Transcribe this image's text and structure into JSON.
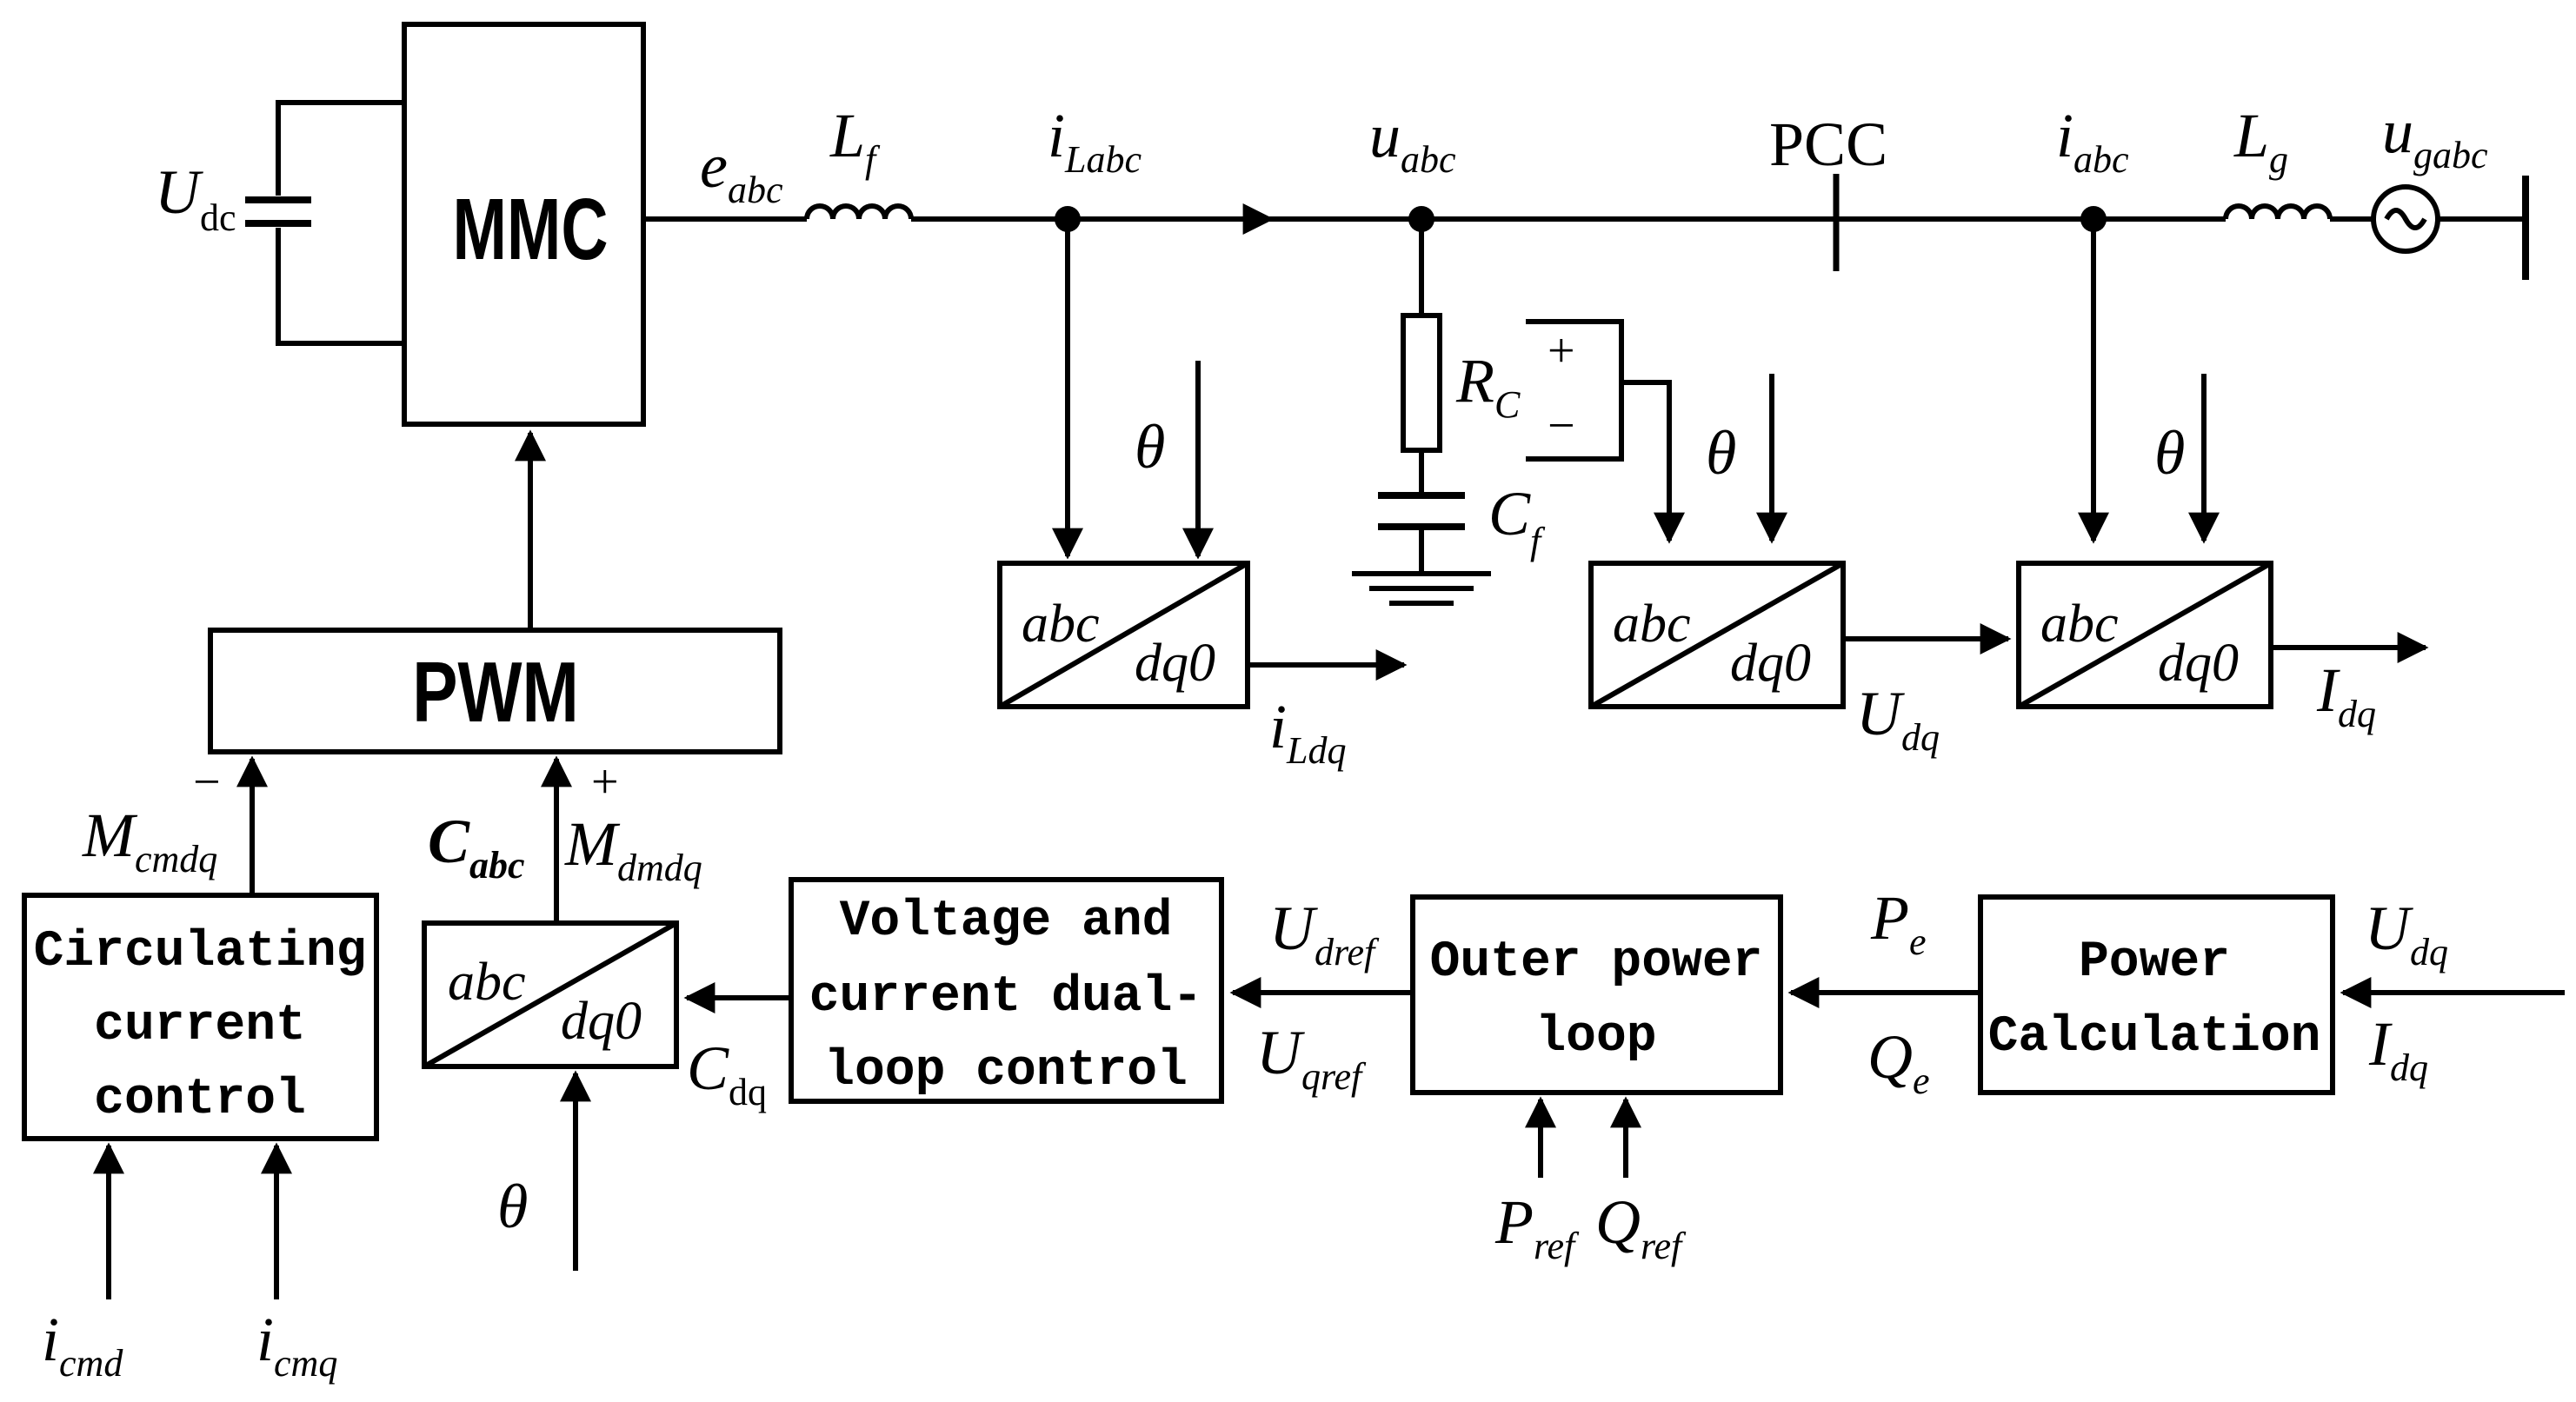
{
  "blocks": {
    "mmc": "MMC",
    "pwm": "PWM",
    "circ": [
      "Circulating",
      "current",
      "control"
    ],
    "vc": [
      "Voltage and",
      "current dual-",
      "loop control"
    ],
    "opl": [
      "Outer power",
      "loop"
    ],
    "pc": [
      "Power",
      "Calculation"
    ],
    "abc": "abc",
    "dq0": "dq0"
  },
  "labels": {
    "udc_main": "U",
    "udc_sub": "dc",
    "eabc_main": "e",
    "eabc_sub": "abc",
    "lf_main": "L",
    "lf_sub": "f",
    "ilabc_main": "i",
    "ilabc_sub": "Labc",
    "uabc_main": "u",
    "uabc_sub": "abc",
    "pcc": "PCC",
    "iabc_main": "i",
    "iabc_sub": "abc",
    "lg_main": "L",
    "lg_sub": "g",
    "ugabc_main": "u",
    "ugabc_sub": "gabc",
    "rc_main": "R",
    "rc_sub": "C",
    "cf_main": "C",
    "cf_sub": "f",
    "plus": "+",
    "minus": "−",
    "theta": "θ",
    "ildq_main": "i",
    "ildq_sub": "Ldq",
    "udq_main": "U",
    "udq_sub": "dq",
    "idq_main": "I",
    "idq_sub": "dq",
    "mcmdq_main": "M",
    "mcmdq_sub": "cmdq",
    "mdmdq_main": "M",
    "mdmdq_sub": "dmdq",
    "cabc_main": "C",
    "cabc_sub": "abc",
    "cdq_main": "C",
    "cdq_sub": "dq",
    "udref_main": "U",
    "udref_sub": "dref",
    "uqref_main": "U",
    "uqref_sub": "qref",
    "pe_main": "P",
    "pe_sub": "e",
    "qe_main": "Q",
    "qe_sub": "e",
    "pref_main": "P",
    "pref_sub": "ref",
    "qref_main": "Q",
    "qref_sub": "ref",
    "icmd_main": "i",
    "icmd_sub": "cmd",
    "icmq_main": "i",
    "icmq_sub": "cmq"
  }
}
